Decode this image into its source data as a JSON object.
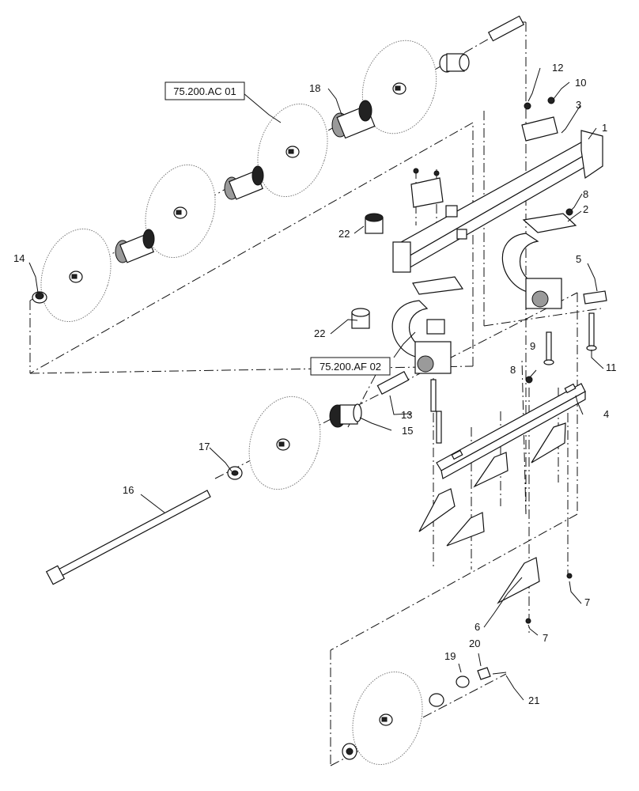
{
  "references": {
    "ref_ac": "75.200.AC 01",
    "ref_af": "75.200.AF 02"
  },
  "callouts": {
    "c1": "1",
    "c2": "2",
    "c3": "3",
    "c4": "4",
    "c5": "5",
    "c6": "6",
    "c7a": "7",
    "c7b": "7",
    "c8a": "8",
    "c8b": "8",
    "c9": "9",
    "c10": "10",
    "c11": "11",
    "c12": "12",
    "c13": "13",
    "c14": "14",
    "c15": "15",
    "c16": "16",
    "c17": "17",
    "c18": "18",
    "c19": "19",
    "c20": "20",
    "c21": "21",
    "c22a": "22",
    "c22b": "22"
  }
}
